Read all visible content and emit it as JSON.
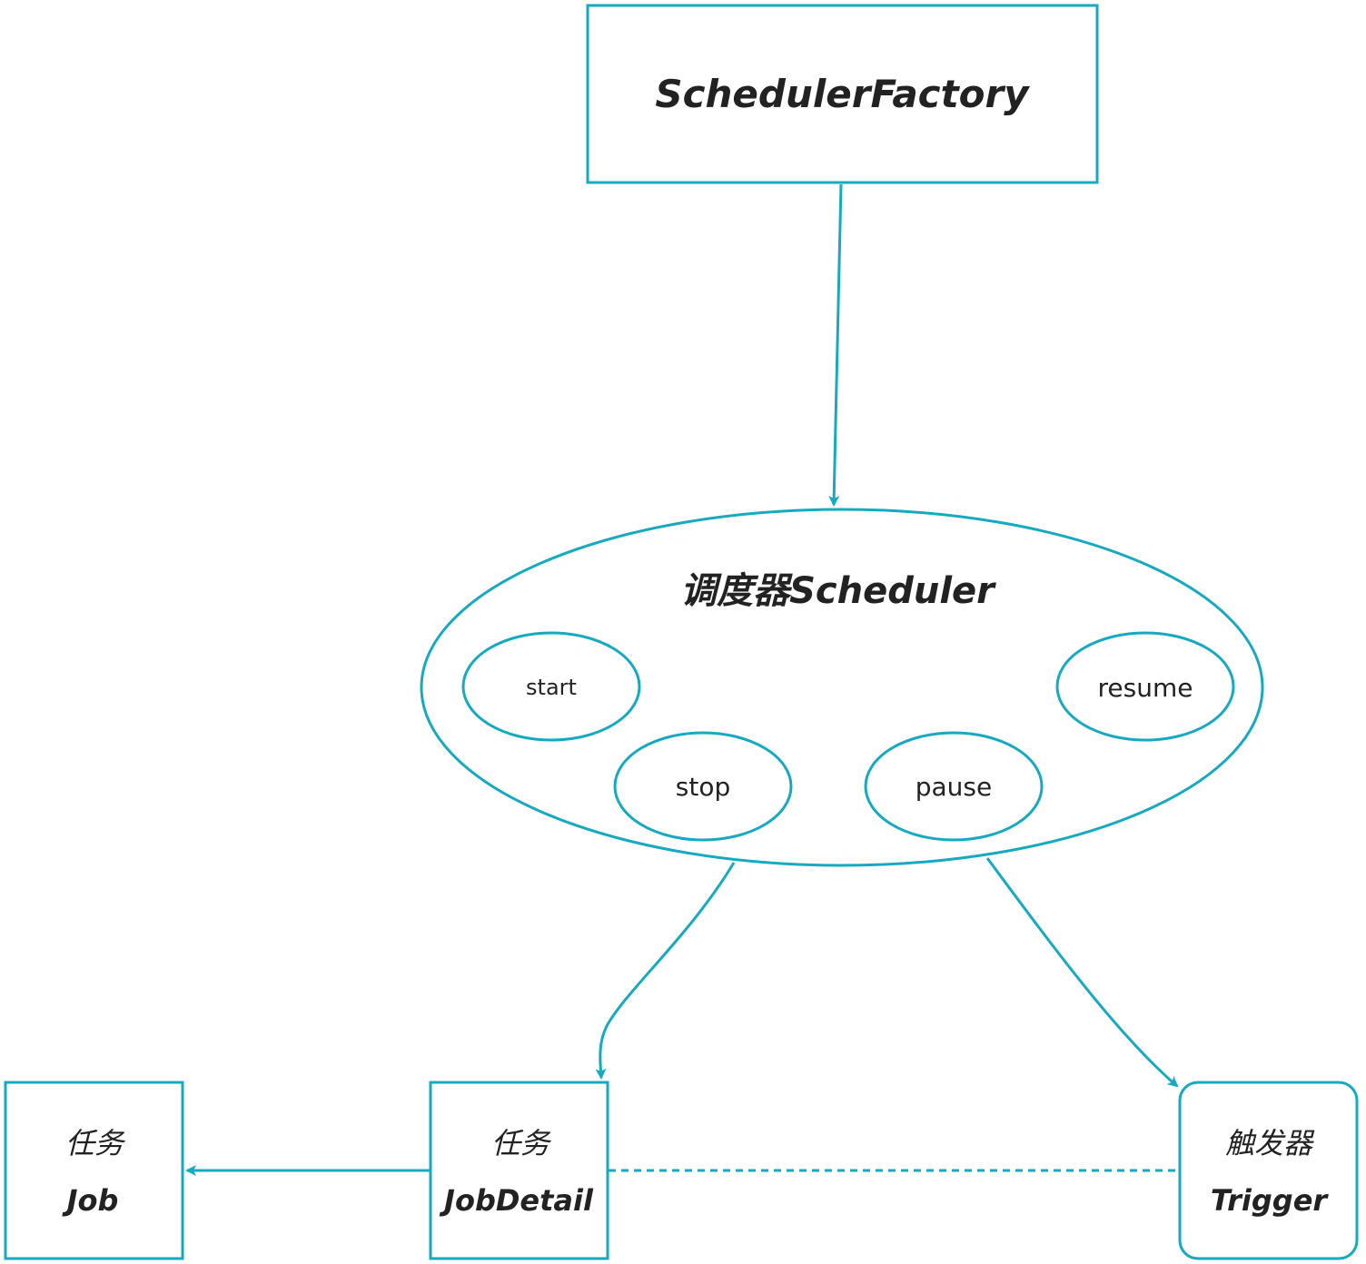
{
  "colors": {
    "accent": "#17a9bf",
    "text": "#222222"
  },
  "nodes": {
    "factory": {
      "label": "SchedulerFactory"
    },
    "scheduler": {
      "label": "调度器Scheduler"
    },
    "start": {
      "label": "start"
    },
    "stop": {
      "label": "stop"
    },
    "pause": {
      "label": "pause"
    },
    "resume": {
      "label": "resume"
    },
    "job": {
      "line1": "任务",
      "line2": "Job"
    },
    "jobdetail": {
      "line1": "任务",
      "line2": "JobDetail"
    },
    "trigger": {
      "line1": "触发器",
      "line2": "Trigger"
    }
  }
}
